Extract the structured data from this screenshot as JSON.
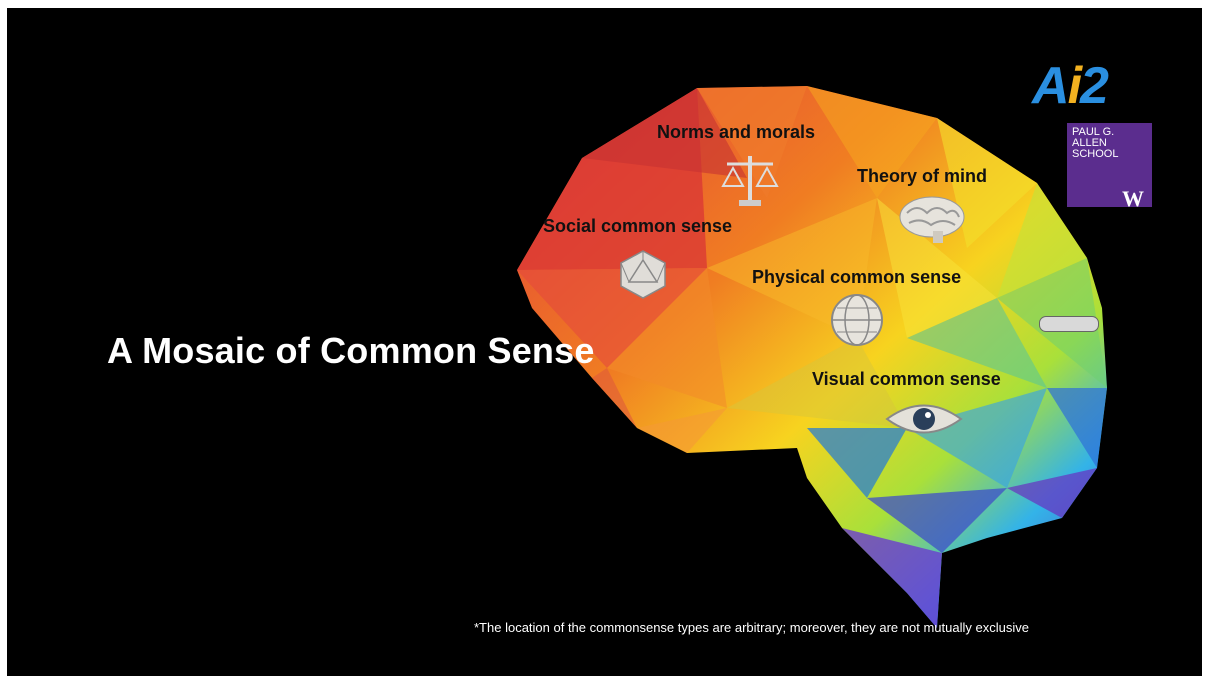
{
  "slide": {
    "title": "A Mosaic of Common Sense",
    "footnote": "*The location of the commonsense types are arbitrary; moreover, they are not mutually exclusive",
    "labels": {
      "norms": "Norms and morals",
      "theory": "Theory of mind",
      "social": "Social common sense",
      "physical": "Physical common sense",
      "visual": "Visual common sense"
    },
    "logos": {
      "ai2": "Ai2",
      "uw_lines": [
        "PAUL G.",
        "ALLEN",
        "SCHOOL"
      ],
      "uw_mark": "W"
    },
    "icons": {
      "norms": "scales-icon",
      "theory": "brain-icon",
      "social": "polyhedron-icon",
      "physical": "globe-icon",
      "visual": "eye-icon"
    }
  }
}
